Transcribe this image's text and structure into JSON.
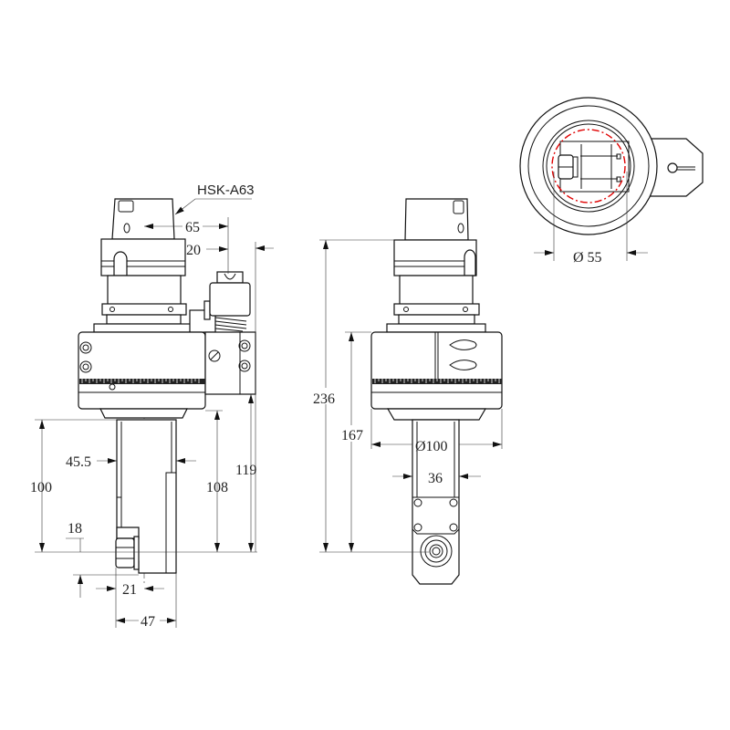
{
  "drawing": {
    "part_label": "HSK-A63",
    "side_view": {
      "dims": {
        "d65": "65",
        "d20": "20",
        "d119": "119",
        "d108": "108",
        "d100": "100",
        "d45_5": "45.5",
        "d18": "18",
        "d21": "21",
        "d47": "47"
      }
    },
    "front_view": {
      "dims": {
        "d236": "236",
        "d167": "167",
        "d100": "Ø100",
        "d36": "36"
      }
    },
    "top_view": {
      "dims": {
        "d55": "Ø 55"
      }
    },
    "colors": {
      "line": "#111111",
      "highlight": "#e00000"
    }
  }
}
